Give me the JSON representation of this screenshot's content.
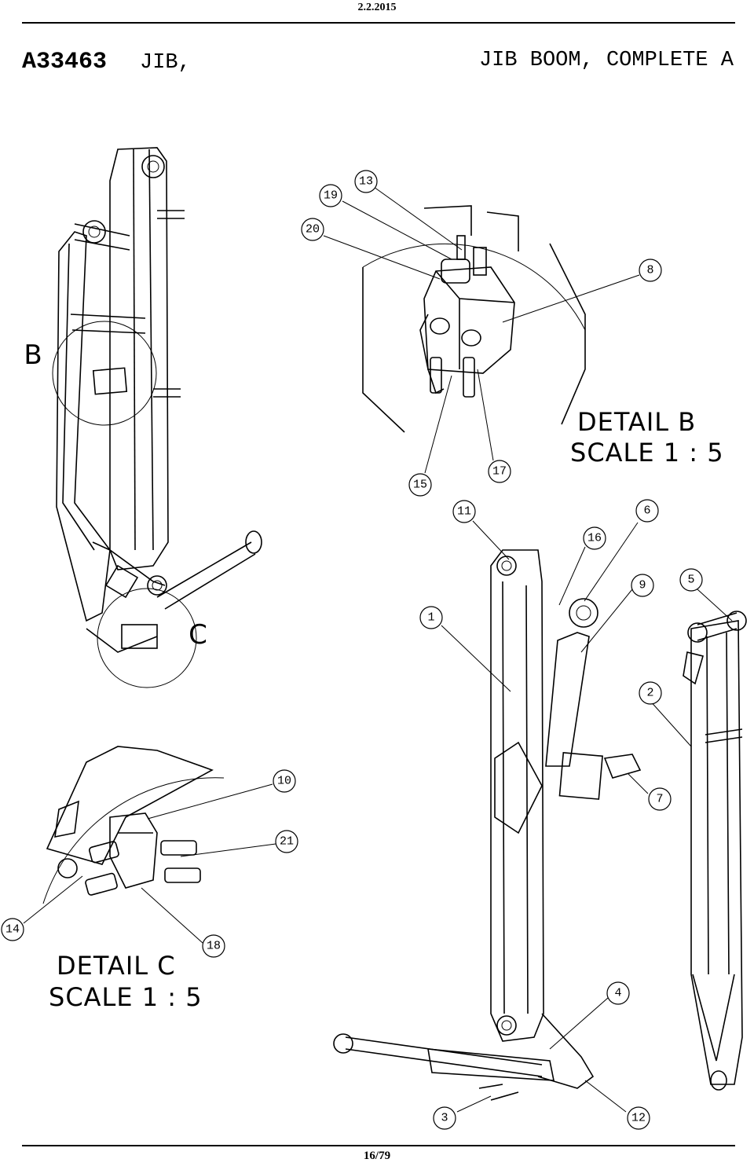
{
  "header": {
    "date": "2.2.2015",
    "part_number": "A33463",
    "part_name": "JIB,",
    "description": "JIB BOOM, COMPLETE A"
  },
  "footer": {
    "page": "16/79"
  },
  "views": {
    "detail_b_label": "B",
    "detail_c_label": "C",
    "detail_b_title": "DETAIL B",
    "detail_b_scale": "SCALE 1 : 5",
    "detail_c_title": "DETAIL C",
    "detail_c_scale": "SCALE 1 : 5"
  },
  "callouts": {
    "c1": "1",
    "c2": "2",
    "c3": "3",
    "c4": "4",
    "c5": "5",
    "c6": "6",
    "c7": "7",
    "c8": "8",
    "c9": "9",
    "c10": "10",
    "c11": "11",
    "c12": "12",
    "c13": "13",
    "c14": "14",
    "c15": "15",
    "c16": "16",
    "c17": "17",
    "c18": "18",
    "c19": "19",
    "c20": "20",
    "c21": "21"
  }
}
